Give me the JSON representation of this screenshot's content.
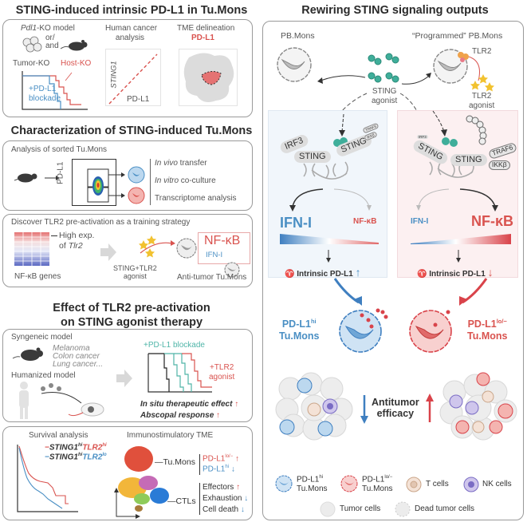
{
  "left": {
    "section1": {
      "title": "STING-induced intrinsic PD-L1 in Tu.Mons",
      "pdl1_model": {
        "label_italic": "Pdl1",
        "label_rest": "-KO model",
        "or_and": "or/\nand",
        "tumor_ko": "Tumor-KO",
        "host_ko": "Host-KO",
        "blockade": "+PD-L1\nblockade"
      },
      "human": {
        "label": "Human cancer\nanalysis",
        "y_axis": "STING1",
        "x_axis": "PD-L1"
      },
      "tme": {
        "label": "TME delineation",
        "highlight": "PD-L1"
      }
    },
    "section2": {
      "title": "Characterization of STING-induced Tu.Mons",
      "sorted": {
        "label": "Analysis of sorted Tu.Mons",
        "axis": "PD-L1",
        "items": [
          {
            "italic": "In vivo",
            "rest": " transfer"
          },
          {
            "italic": "In vitro",
            "rest": " co-culture"
          },
          {
            "italic": "",
            "rest": "Transcriptome analysis"
          }
        ]
      },
      "tlr2": {
        "label": "Discover TLR2 pre-activation as a training strategy",
        "high_exp": "High exp.",
        "of": "of ",
        "tlr2_gene": "Tlr2",
        "genes": "NF-κB genes",
        "agonist": "STING+TLR2\nagonist",
        "nfkb": "NF-κB",
        "ifn": "IFN-I",
        "anti_tumor": "Anti-tumor Tu.Mons"
      }
    },
    "section3": {
      "title": "Effect of TLR2 pre-activation\non STING agonist therapy",
      "syngeneic": "Syngeneic model",
      "models": [
        "Melanoma",
        "Colon cancer",
        "Lung cancer..."
      ],
      "humanized": "Humanized model",
      "blockade": "+PD-L1 blockade",
      "tlr2": "+TLR2\nagonist",
      "effects": [
        "In situ therapeutic effect",
        "Abscopal response"
      ],
      "up_arrow": "↑"
    },
    "section4": {
      "survival": "Survival analysis",
      "legend": [
        {
          "gene1": "STING1",
          "sup1": "hi",
          "gene2": "TLR2",
          "sup2": "hi"
        },
        {
          "gene1": "STING1",
          "sup1": "hi",
          "gene2": "TLR2",
          "sup2": "lo"
        }
      ],
      "tme": "Immunostimulatory TME",
      "tumons": "Tu.Mons",
      "ctls": "CTLs",
      "pdl1_lo": {
        "base": "PD-L1",
        "sup": "lo/−"
      },
      "pdl1_hi": {
        "base": "PD-L1",
        "sup": "hi"
      },
      "effectors": "Effectors",
      "exhaustion": "Exhaustion",
      "death": "Cell death",
      "up": "↑",
      "down": "↓"
    }
  },
  "right": {
    "title": "Rewiring STING signaling outputs",
    "pb_mons": "PB.Mons",
    "programmed": "“Programmed” PB.Mons",
    "tlr2": "TLR2",
    "sting_agonist": "STING\nagonist",
    "tlr2_agonist": "TLR2\nagonist",
    "left_box": {
      "irf3": "IRF3",
      "sting": "STING",
      "traf6": "TRAF6",
      "ikk": "IKKβ",
      "ifn": "IFN-I",
      "nfkb": "NF-κB",
      "intrinsic": "Intrinsic PD-L1"
    },
    "right_box": {
      "irf3": "IRF3",
      "sting": "STING",
      "traf6": "TRAF6",
      "ikk": "IKKβ",
      "ifn": "IFN-I",
      "nfkb": "NF-κB",
      "intrinsic": "Intrinsic PD-L1"
    },
    "hi_cell": {
      "base": "PD-L1",
      "sup": "hi",
      "line2": "Tu.Mons"
    },
    "lo_cell": {
      "base": "PD-L1",
      "sup": "lo/−",
      "line2": "Tu.Mons"
    },
    "efficacy": "Antitumor\nefficacy",
    "legend": [
      {
        "base": "PD-L1",
        "sup": "hi",
        "line2": "Tu.Mons"
      },
      {
        "base": "PD-L1",
        "sup": "lo/−",
        "line2": "Tu.Mons"
      },
      {
        "label": "T cells"
      },
      {
        "label": "NK cells"
      },
      {
        "label": "Tumor cells"
      },
      {
        "label": "Dead tumor cells"
      }
    ]
  },
  "colors": {
    "red": "#d9534f",
    "blue": "#4a8fc4",
    "teal": "#3fae9a",
    "panel_border": "#9a9a9a",
    "blue_box": "#f1f6fb",
    "red_box": "#fcf0f1"
  }
}
